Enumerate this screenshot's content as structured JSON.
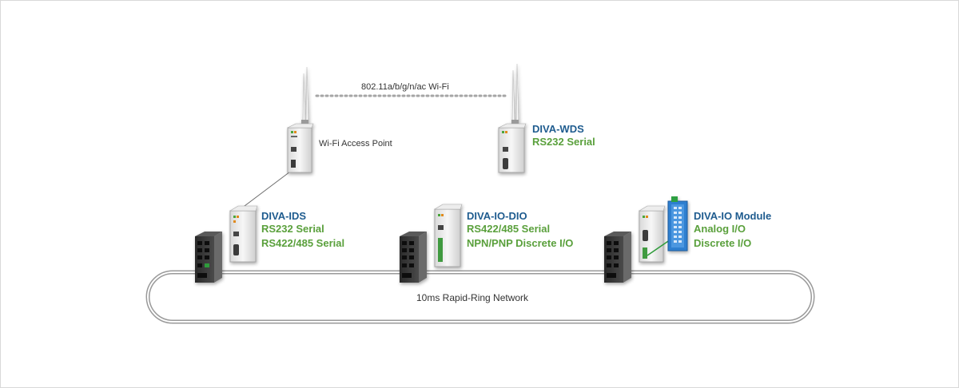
{
  "wifi_link_label": "802.11a/b/g/n/ac Wi-Fi",
  "access_point_label": "Wi-Fi Access Point",
  "ring_label": "10ms Rapid-Ring Network",
  "devices": {
    "wds": {
      "title": "DIVA-WDS",
      "lines": [
        "RS232 Serial"
      ]
    },
    "ids": {
      "title": "DIVA-IDS",
      "lines": [
        "RS232 Serial",
        "RS422/485 Serial"
      ]
    },
    "iodio": {
      "title": "DIVA-IO-DIO",
      "lines": [
        "RS422/485 Serial",
        "NPN/PNP Discrete I/O"
      ]
    },
    "iomod": {
      "title": "DIVA-IO Module",
      "lines": [
        "Analog I/O",
        "Discrete I/O"
      ]
    }
  },
  "colors": {
    "title_blue": "#1f5c8f",
    "feature_green": "#5aa03c",
    "switch_dark": "#3a3a3a",
    "module_blue": "#2f7fd0",
    "link_green": "#2e9b3a"
  }
}
